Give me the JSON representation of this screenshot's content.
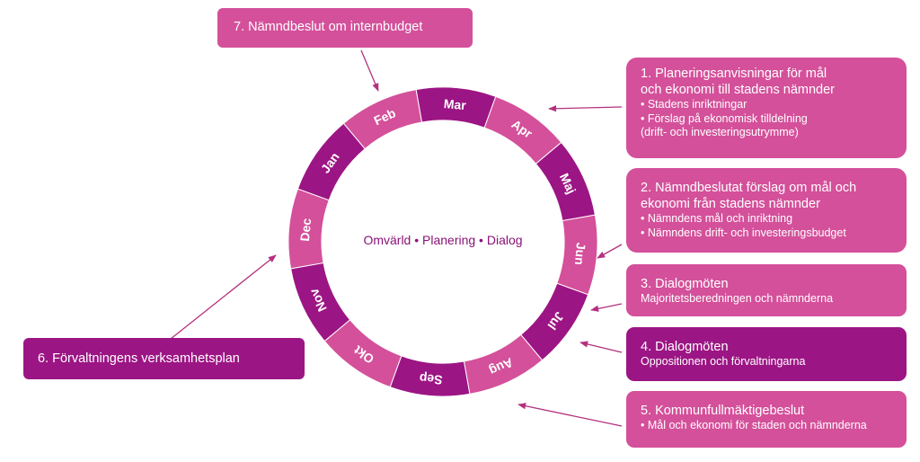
{
  "center_text": "Omvärld • Planering • Dialog",
  "months": [
    "Jan",
    "Feb",
    "Mar",
    "Apr",
    "Maj",
    "Jun",
    "Jul",
    "Aug",
    "Sep",
    "Okt",
    "Nov",
    "Dec"
  ],
  "colors": {
    "pink": "#d4509a",
    "purple": "#9c1584",
    "dark": "#8a1277",
    "arrow": "#b4307e"
  },
  "boxes": {
    "b1": {
      "title1": "1. Planeringsanvisningar för mål",
      "title2": "och ekonomi till stadens nämnder",
      "bullet1": "• Stadens inriktningar",
      "bullet2": "• Förslag på ekonomisk tilldelning",
      "bullet3": "(drift- och investeringsutrymme)"
    },
    "b2": {
      "title1": "2. Nämndbeslutat förslag om mål och",
      "title2": "ekonomi från stadens nämnder",
      "bullet1": "• Nämndens mål och inriktning",
      "bullet2": "• Nämndens drift- och investeringsbudget"
    },
    "b3": {
      "title": "3. Dialogmöten",
      "sub": "Majoritetsberedningen och nämnderna"
    },
    "b4": {
      "title": "4. Dialogmöten",
      "sub": "Oppositionen och förvaltningarna"
    },
    "b5": {
      "title": "5. Kommunfullmäktigebeslut",
      "sub": "• Mål och ekonomi för staden och nämnderna"
    },
    "b6": {
      "title": "6. Förvaltningens verksamhetsplan"
    },
    "b7": {
      "title": "7. Nämndbeslut om internbudget"
    }
  }
}
